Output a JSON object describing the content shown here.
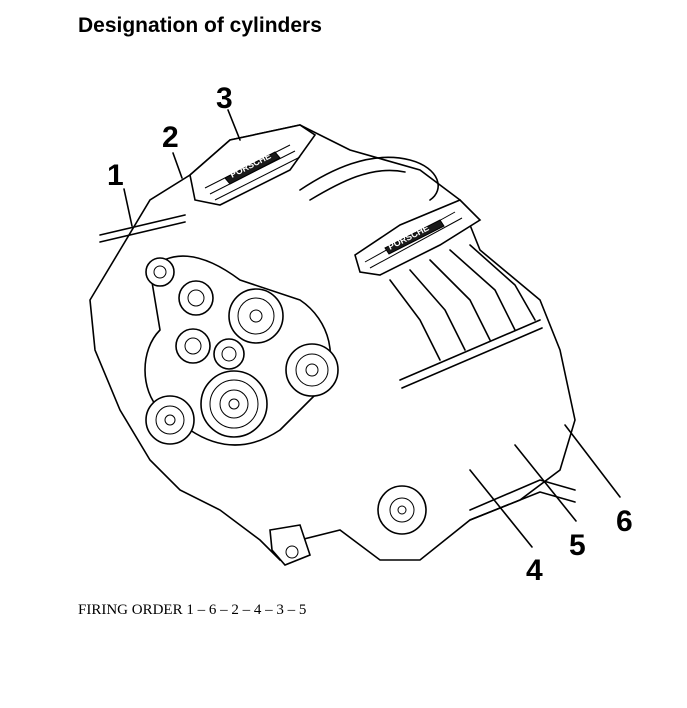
{
  "title": "Designation of cylinders",
  "firing_order": "FIRING ORDER 1 – 6 – 2 – 4 – 3 – 5",
  "cylinder_labels": [
    "1",
    "2",
    "3",
    "4",
    "5",
    "6"
  ],
  "intake_logo": "PORSCHE"
}
